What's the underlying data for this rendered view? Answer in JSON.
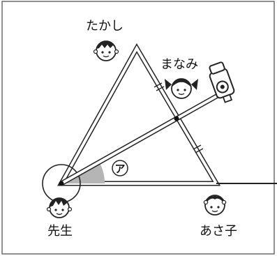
{
  "people": {
    "takashi": "たかし",
    "manami": "まなみ",
    "sensei": "先生",
    "asako": "あさ子"
  },
  "angle_label": "ア",
  "colors": {
    "line": "#222222",
    "frame": "#6b6b6b",
    "angle_fill": "#b5b5b5",
    "face": "#ffffff"
  }
}
